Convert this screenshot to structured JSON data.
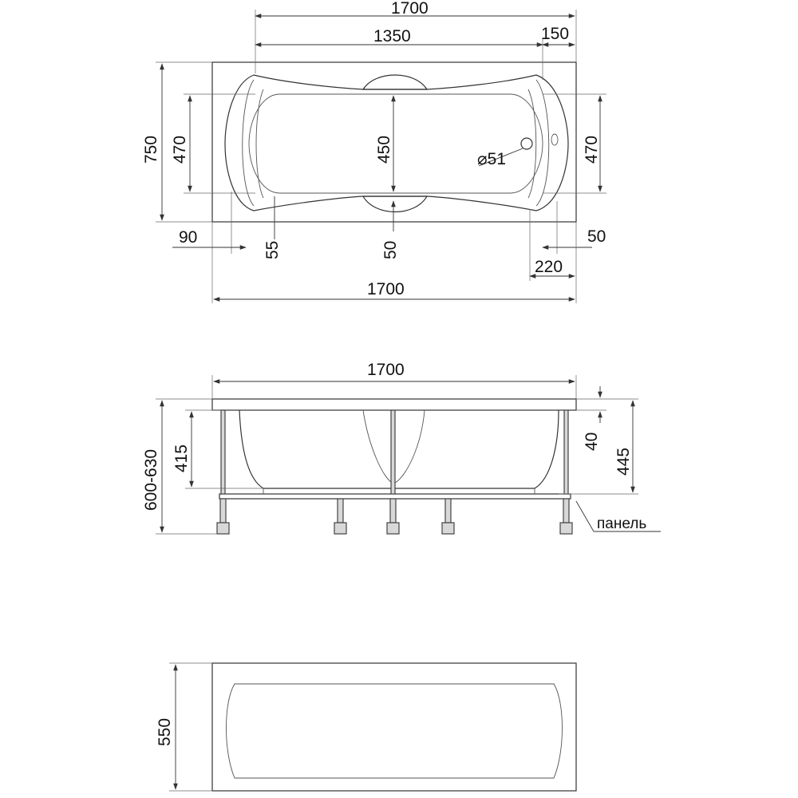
{
  "top_view": {
    "overall_length_top": "1700",
    "inner_length": "1350",
    "rim_right": "150",
    "overall_width": "750",
    "inner_width_left": "470",
    "inner_width_center": "450",
    "inner_width_right": "470",
    "drain_diameter": "⌀51",
    "offset_left": "90",
    "offset_inner_left": "55",
    "offset_center": "50",
    "offset_right": "50",
    "rim_right_bottom": "220",
    "overall_length_bottom": "1700"
  },
  "side_view": {
    "length": "1700",
    "total_height": "600-630",
    "depth": "415",
    "rim_thickness": "40",
    "depth_with_rim": "445",
    "panel_label": "панель"
  },
  "panel_view": {
    "height": "550"
  }
}
